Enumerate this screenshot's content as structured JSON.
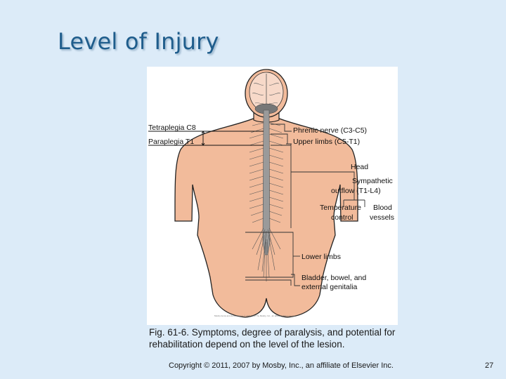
{
  "slide": {
    "title": "Level of Injury",
    "caption": "Fig. 61-6. Symptoms, degree of paralysis, and potential for rehabilitation depend on the level of the lesion.",
    "copyright": "Copyright © 2011, 2007 by Mosby, Inc., an affiliate of Elsevier Inc.",
    "page_number": "27"
  },
  "figure": {
    "left_labels": {
      "tetraplegia": "Tetraplegia C8",
      "paraplegia": "Paraplegia T1"
    },
    "right_labels": {
      "phrenic": "Phrenic nerve (C3-C5)",
      "upper_limbs": "Upper limbs (C5-T1)",
      "head": "Head",
      "sympathetic_1": "Sympathetic",
      "sympathetic_2": "outflow (T1-L4)",
      "temperature_1": "Temperature",
      "temperature_2": "control",
      "blood_1": "Blood",
      "blood_2": "vessels",
      "lower_limbs": "Lower limbs",
      "bladder_1": "Bladder, bowel, and",
      "bladder_2": "external genitalia"
    },
    "fine_print": "Mosby items and derived items © 2011, 2007 by Mosby, Inc., an affiliate of Elsevier Inc."
  },
  "colors": {
    "background": "#dcebf8",
    "title": "#1f5d8c",
    "skin": "#f2bb9b",
    "skin_outline": "#222222",
    "cord": "#9a9a9a"
  }
}
